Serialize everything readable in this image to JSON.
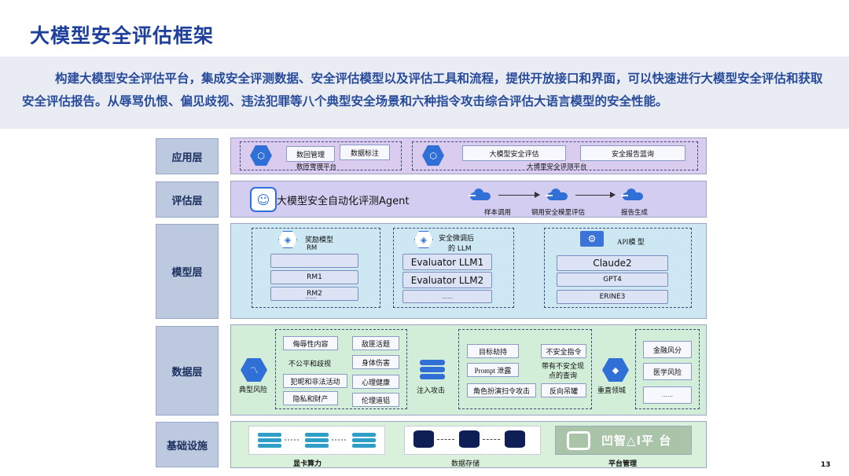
{
  "title": "大模型安全评估框架",
  "intro": "构建大模型安全评估平台，集成安全评测数据、安全评估模型以及评估工具和流程，提供开放接口和界面，可以快速进行大模型安全评估和获取安全评估报告。从辱骂仇恨、偏见歧视、违法犯罪等八个典型安全场景和六种指令攻击综合评估大语言模型的安全性能。",
  "page_number": "13",
  "layers": {
    "app": "应用层",
    "eval": "评估层",
    "model": "模型层",
    "data": "数据层",
    "infra": "基础设施"
  },
  "app_layer": {
    "left_items": [
      "数回管理",
      "数据标注"
    ],
    "left_caption": "数匝雪理平台",
    "right_items": [
      "大模型安全评估",
      "安全报告蓝询"
    ],
    "right_caption": "大博里安全评测平台"
  },
  "eval_layer": {
    "agent": "大模型安全自动化评测Agent",
    "steps": [
      "样本调用",
      "钢用安全模里评估",
      "报告生成"
    ]
  },
  "model_layer": {
    "group1": {
      "title": "奖励模型",
      "sub": "RM",
      "items": [
        "",
        "RM1",
        "RM2"
      ],
      "more": "……"
    },
    "group2": {
      "title": "安全微调后",
      "title2": "的 LLM",
      "items": [
        "Evaluator LLM1",
        "Evaluator LLM2"
      ],
      "more": "……"
    },
    "group3": {
      "title": "API模 型",
      "items": [
        "Claude2",
        "GPT4",
        "ERINE3"
      ]
    }
  },
  "data_layer": {
    "risk_label": "典型风险",
    "risk_left": [
      "侮辱性内容",
      "不公平和歧视",
      "犯昵和非法活动",
      "隐私和财产"
    ],
    "risk_right": [
      "敌匪活题",
      "身体伤害",
      "心理健康",
      "伦理道铝"
    ],
    "attack_label": "注入攻击",
    "attack_left": [
      "目标劫持",
      "Prompt 泄露",
      "角色扮演扫令攻击"
    ],
    "attack_right": [
      "不安全指令",
      "带有不安全现点的查询",
      "反向吊罐"
    ],
    "domain_label": "重直领城",
    "domains": [
      "金融风分",
      "医学风险",
      "……"
    ]
  },
  "infra_layer": {
    "labels": [
      "显卡算力",
      "数据存储",
      "平台管理"
    ],
    "platform_logo": "凹智△Ⅰ平 台"
  }
}
